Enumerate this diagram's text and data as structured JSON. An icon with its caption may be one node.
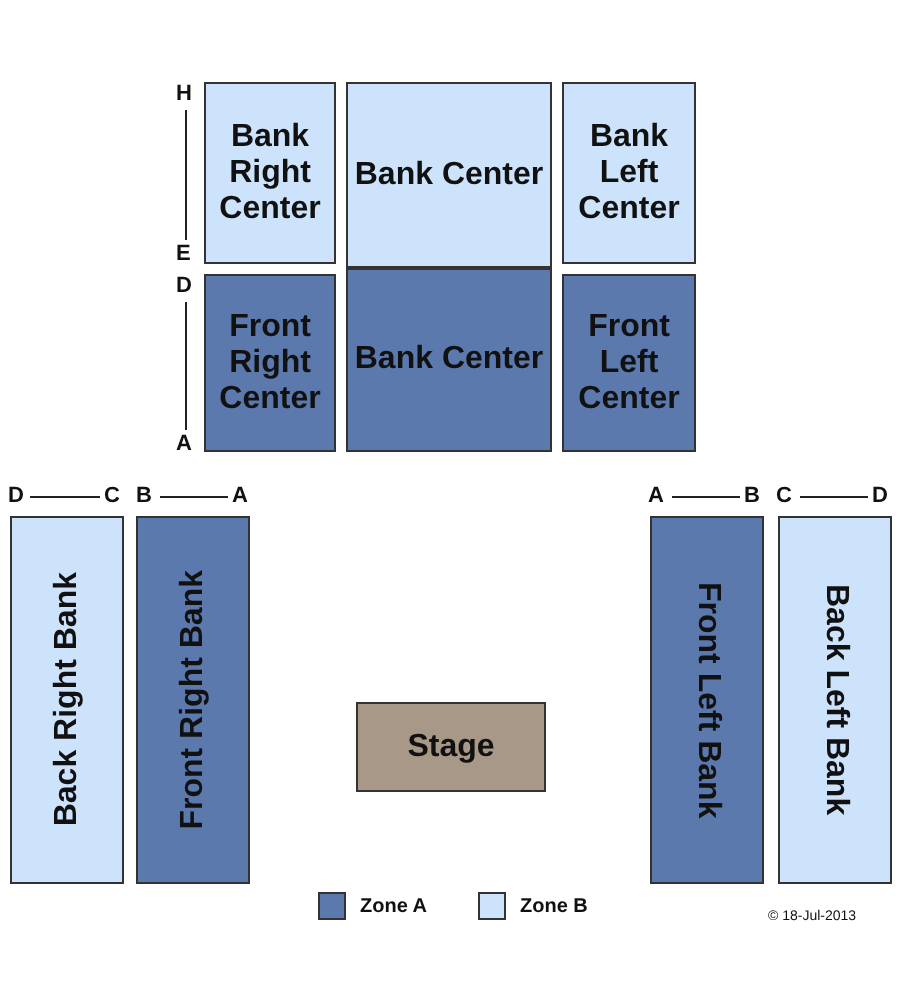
{
  "diagram": {
    "nodes": [
      {
        "text": [
          "Bank Right Center"
        ]
      },
      {
        "text": [
          "Bank Center"
        ]
      },
      {
        "text": [
          "Bank Left Center"
        ]
      },
      {
        "text": [
          "Front Right Center"
        ]
      },
      {
        "text": [
          "Bank Center"
        ]
      },
      {
        "text": [
          "Front Left Center"
        ]
      },
      {
        "text": [
          "Back Right Bank"
        ]
      },
      {
        "text": [
          "Front Right Bank"
        ]
      },
      {
        "text": [
          "Front Left Bank"
        ]
      },
      {
        "text": [
          "Back Left Bank"
        ]
      },
      {
        "text": [
          "Stage"
        ]
      }
    ],
    "labels": [
      "H",
      "E",
      "D",
      "A",
      "D",
      "C",
      "B",
      "A",
      "A",
      "B",
      "C",
      "D",
      "© 18-Jul-2013"
    ],
    "legend": [
      {
        "text": "Zone A",
        "color": "#5b79ad"
      },
      {
        "text": "Zone B",
        "color": "#cce3fb"
      }
    ]
  }
}
